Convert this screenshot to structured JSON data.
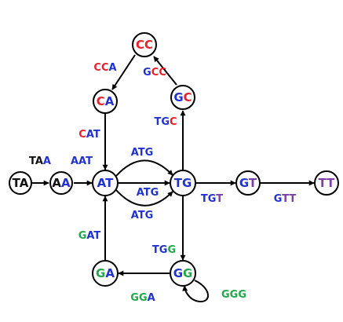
{
  "colors": {
    "red": "#e8202a",
    "blue": "#2233cc",
    "green": "#22a84a",
    "purple": "#7b3fa8",
    "black": "#111111"
  },
  "nodes": [
    {
      "id": "TA",
      "parts": [
        {
          "t": "TA",
          "c": "black"
        }
      ]
    },
    {
      "id": "AA",
      "parts": [
        {
          "t": "A",
          "c": "black"
        },
        {
          "t": "A",
          "c": "blue"
        }
      ]
    },
    {
      "id": "AT",
      "parts": [
        {
          "t": "AT",
          "c": "blue"
        }
      ]
    },
    {
      "id": "CA",
      "parts": [
        {
          "t": "C",
          "c": "red"
        },
        {
          "t": "A",
          "c": "blue"
        }
      ]
    },
    {
      "id": "CC",
      "parts": [
        {
          "t": "CC",
          "c": "red"
        }
      ]
    },
    {
      "id": "GC",
      "parts": [
        {
          "t": "G",
          "c": "blue"
        },
        {
          "t": "C",
          "c": "red"
        }
      ]
    },
    {
      "id": "TG",
      "parts": [
        {
          "t": "TG",
          "c": "blue"
        }
      ]
    },
    {
      "id": "GT",
      "parts": [
        {
          "t": "G",
          "c": "blue"
        },
        {
          "t": "T",
          "c": "purple"
        }
      ]
    },
    {
      "id": "TT",
      "parts": [
        {
          "t": "TT",
          "c": "purple"
        }
      ]
    },
    {
      "id": "GA",
      "parts": [
        {
          "t": "G",
          "c": "green"
        },
        {
          "t": "A",
          "c": "blue"
        }
      ]
    },
    {
      "id": "GG",
      "parts": [
        {
          "t": "G",
          "c": "blue"
        },
        {
          "t": "G",
          "c": "green"
        }
      ]
    }
  ],
  "edges": [
    {
      "id": "TA-AA",
      "from": "TA",
      "to": "AA",
      "parts": [
        {
          "t": "TA",
          "c": "black"
        },
        {
          "t": "A",
          "c": "blue"
        }
      ]
    },
    {
      "id": "AA-AT",
      "from": "AA",
      "to": "AT",
      "parts": [
        {
          "t": "AAT",
          "c": "blue"
        }
      ]
    },
    {
      "id": "CA-AT",
      "from": "CA",
      "to": "AT",
      "parts": [
        {
          "t": "C",
          "c": "red"
        },
        {
          "t": "AT",
          "c": "blue"
        }
      ]
    },
    {
      "id": "CC-CA",
      "from": "CC",
      "to": "CA",
      "parts": [
        {
          "t": "CC",
          "c": "red"
        },
        {
          "t": "A",
          "c": "blue"
        }
      ]
    },
    {
      "id": "GC-CC",
      "from": "GC",
      "to": "CC",
      "parts": [
        {
          "t": "G",
          "c": "blue"
        },
        {
          "t": "CC",
          "c": "red"
        }
      ]
    },
    {
      "id": "TG-GC",
      "from": "TG",
      "to": "GC",
      "parts": [
        {
          "t": "TG",
          "c": "blue"
        },
        {
          "t": "C",
          "c": "red"
        }
      ]
    },
    {
      "id": "AT-TG-top",
      "from": "AT",
      "to": "TG",
      "parts": [
        {
          "t": "ATG",
          "c": "blue"
        }
      ]
    },
    {
      "id": "AT-TG-mid",
      "from": "AT",
      "to": "TG",
      "parts": [
        {
          "t": "ATG",
          "c": "blue"
        }
      ]
    },
    {
      "id": "AT-TG-bottom",
      "from": "AT",
      "to": "TG",
      "parts": [
        {
          "t": "ATG",
          "c": "blue"
        }
      ]
    },
    {
      "id": "TG-GT",
      "from": "TG",
      "to": "GT",
      "parts": [
        {
          "t": "TG",
          "c": "blue"
        },
        {
          "t": "T",
          "c": "purple"
        }
      ]
    },
    {
      "id": "GT-TT",
      "from": "GT",
      "to": "TT",
      "parts": [
        {
          "t": "G",
          "c": "blue"
        },
        {
          "t": "TT",
          "c": "purple"
        }
      ]
    },
    {
      "id": "TG-GG",
      "from": "TG",
      "to": "GG",
      "parts": [
        {
          "t": "TG",
          "c": "blue"
        },
        {
          "t": "G",
          "c": "green"
        }
      ]
    },
    {
      "id": "GG-GA",
      "from": "GG",
      "to": "GA",
      "parts": [
        {
          "t": "GG",
          "c": "green"
        },
        {
          "t": "A",
          "c": "blue"
        }
      ]
    },
    {
      "id": "GA-AT",
      "from": "GA",
      "to": "AT",
      "parts": [
        {
          "t": "G",
          "c": "green"
        },
        {
          "t": "AT",
          "c": "blue"
        }
      ]
    },
    {
      "id": "GG-GG",
      "from": "GG",
      "to": "GG",
      "parts": [
        {
          "t": "GGG",
          "c": "green"
        }
      ]
    }
  ]
}
